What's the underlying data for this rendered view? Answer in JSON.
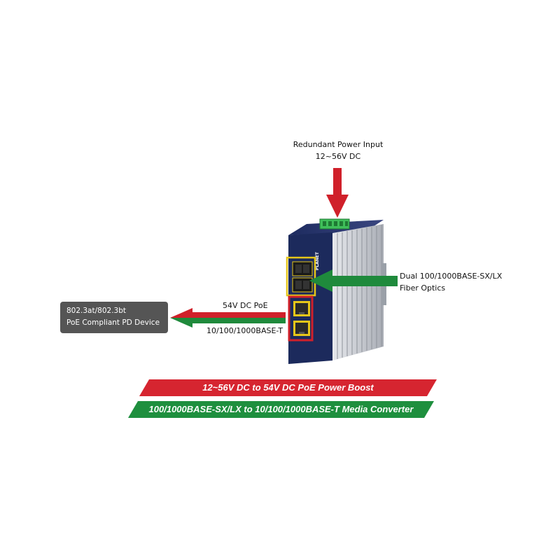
{
  "power_input": {
    "line1": "Redundant Power Input",
    "line2": "12~56V DC"
  },
  "fiber": {
    "line1": "Dual 100/1000BASE-SX/LX",
    "line2": "Fiber Optics"
  },
  "poe_output": {
    "line1": "54V DC PoE",
    "line2": "10/100/1000BASE-T"
  },
  "pd_device": {
    "line1": "802.3at/802.3bt",
    "line2": "PoE Compliant PD Device"
  },
  "banners": {
    "power_boost": "12~56V DC to 54V DC PoE Power Boost",
    "media_converter": "100/1000BASE-SX/LX to 10/100/1000BASE-T Media Converter"
  },
  "colors": {
    "red_arrow": "#d0202a",
    "green_arrow": "#1f8a3c",
    "red_banner": "#d62530",
    "green_banner": "#1e8f3e",
    "device_front": "#1c2a5c",
    "pd_box": "#555555"
  },
  "brand": {
    "logo": "PLANET"
  }
}
